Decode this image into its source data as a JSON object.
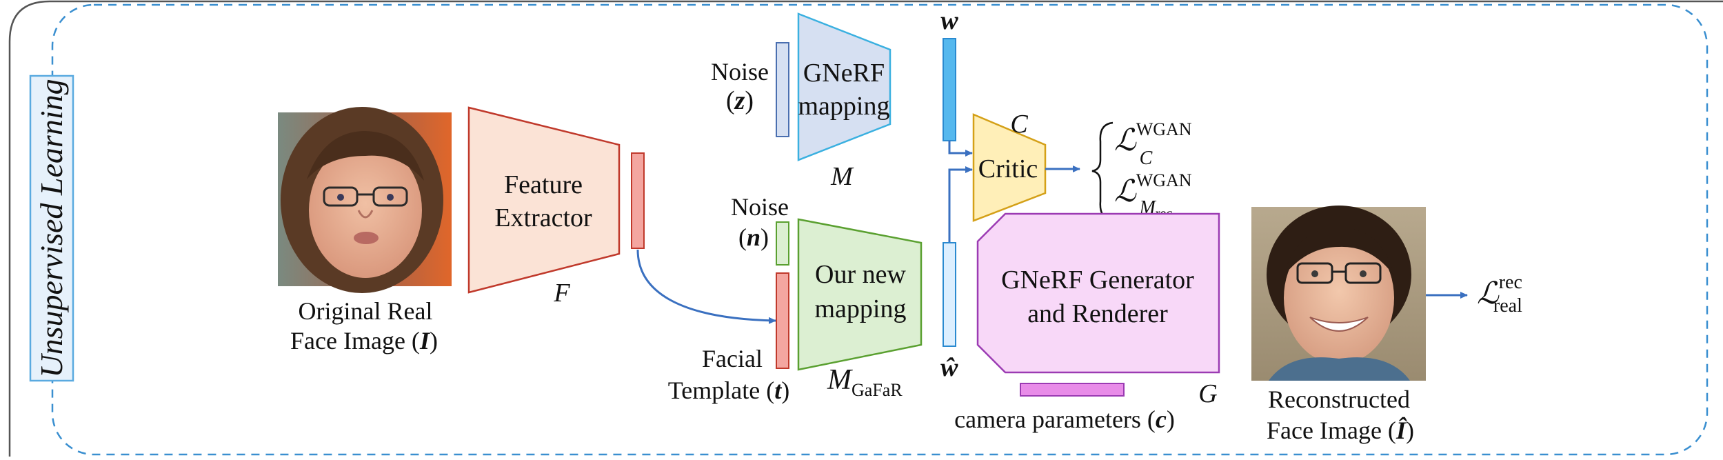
{
  "section_label": "Unsupervised Learning",
  "input_image": {
    "caption_line1": "Original Real",
    "caption_line2": "Face Image (",
    "caption_symbol": "I",
    "caption_close": ")"
  },
  "feature_extractor": {
    "line1": "Feature",
    "line2": "Extractor",
    "symbol": "F"
  },
  "noise_z": {
    "line1": "Noise",
    "open": "(",
    "symbol": "z",
    "close": ")"
  },
  "gnerf_mapping": {
    "line1": "GNeRF",
    "line2": "mapping",
    "symbol": "M"
  },
  "w_label": "w",
  "critic": {
    "label": "Critic",
    "symbol": "C"
  },
  "losses": {
    "wgan_c": {
      "base": "ℒ",
      "sup": "WGAN",
      "sub": "C"
    },
    "wgan_m": {
      "base": "ℒ",
      "sup": "WGAN",
      "sub": "M",
      "subsub": "rec"
    }
  },
  "noise_n": {
    "line1": "Noise",
    "open": "(",
    "symbol": "n",
    "close": ")"
  },
  "facial_template": {
    "line1": "Facial",
    "line2": "Template (",
    "symbol": "t",
    "close": ")"
  },
  "new_mapping": {
    "line1": "Our new",
    "line2": "mapping",
    "symbol": "M",
    "subscript": "GaFaR"
  },
  "what_label": "ŵ",
  "generator": {
    "line1": "GNeRF Generator",
    "line2": "and Renderer",
    "symbol": "G"
  },
  "camera": {
    "label": "camera parameters (",
    "symbol": "c",
    "close": ")"
  },
  "output_image": {
    "caption_line1": "Reconstructed",
    "caption_line2": "Face Image (",
    "caption_symbol": "Î",
    "caption_close": ")"
  },
  "loss_real": {
    "base": "ℒ",
    "sup": "rec",
    "sub": "real"
  },
  "colors": {
    "feature_fill": "#fbe3d6",
    "feature_stroke": "#c0392b",
    "feat_vec_fill": "#f4a6a0",
    "feat_vec_stroke": "#c0392b",
    "gnerf_fill": "#d6e0f2",
    "gnerf_stroke": "#3ab0e0",
    "noise_fill": "#d6e0f2",
    "noise_stroke": "#4a6fb0",
    "w_fill": "#55b8ee",
    "what_fill": "#dcefff",
    "w_stroke": "#2a8ad0",
    "critic_fill": "#ffefb8",
    "critic_stroke": "#d4a017",
    "newmap_fill": "#dcefd2",
    "newmap_stroke": "#5aa030",
    "noise_n_fill": "#dcefd2",
    "template_fill": "#f4a6a0",
    "gen_fill": "#f8d8f8",
    "gen_stroke": "#9b3bb3",
    "cam_fill": "#e88ce8",
    "arrow": "#3a70c0",
    "dashed": "#3a8fd0",
    "frame": "#555555",
    "side_box": "#5aaae0"
  }
}
